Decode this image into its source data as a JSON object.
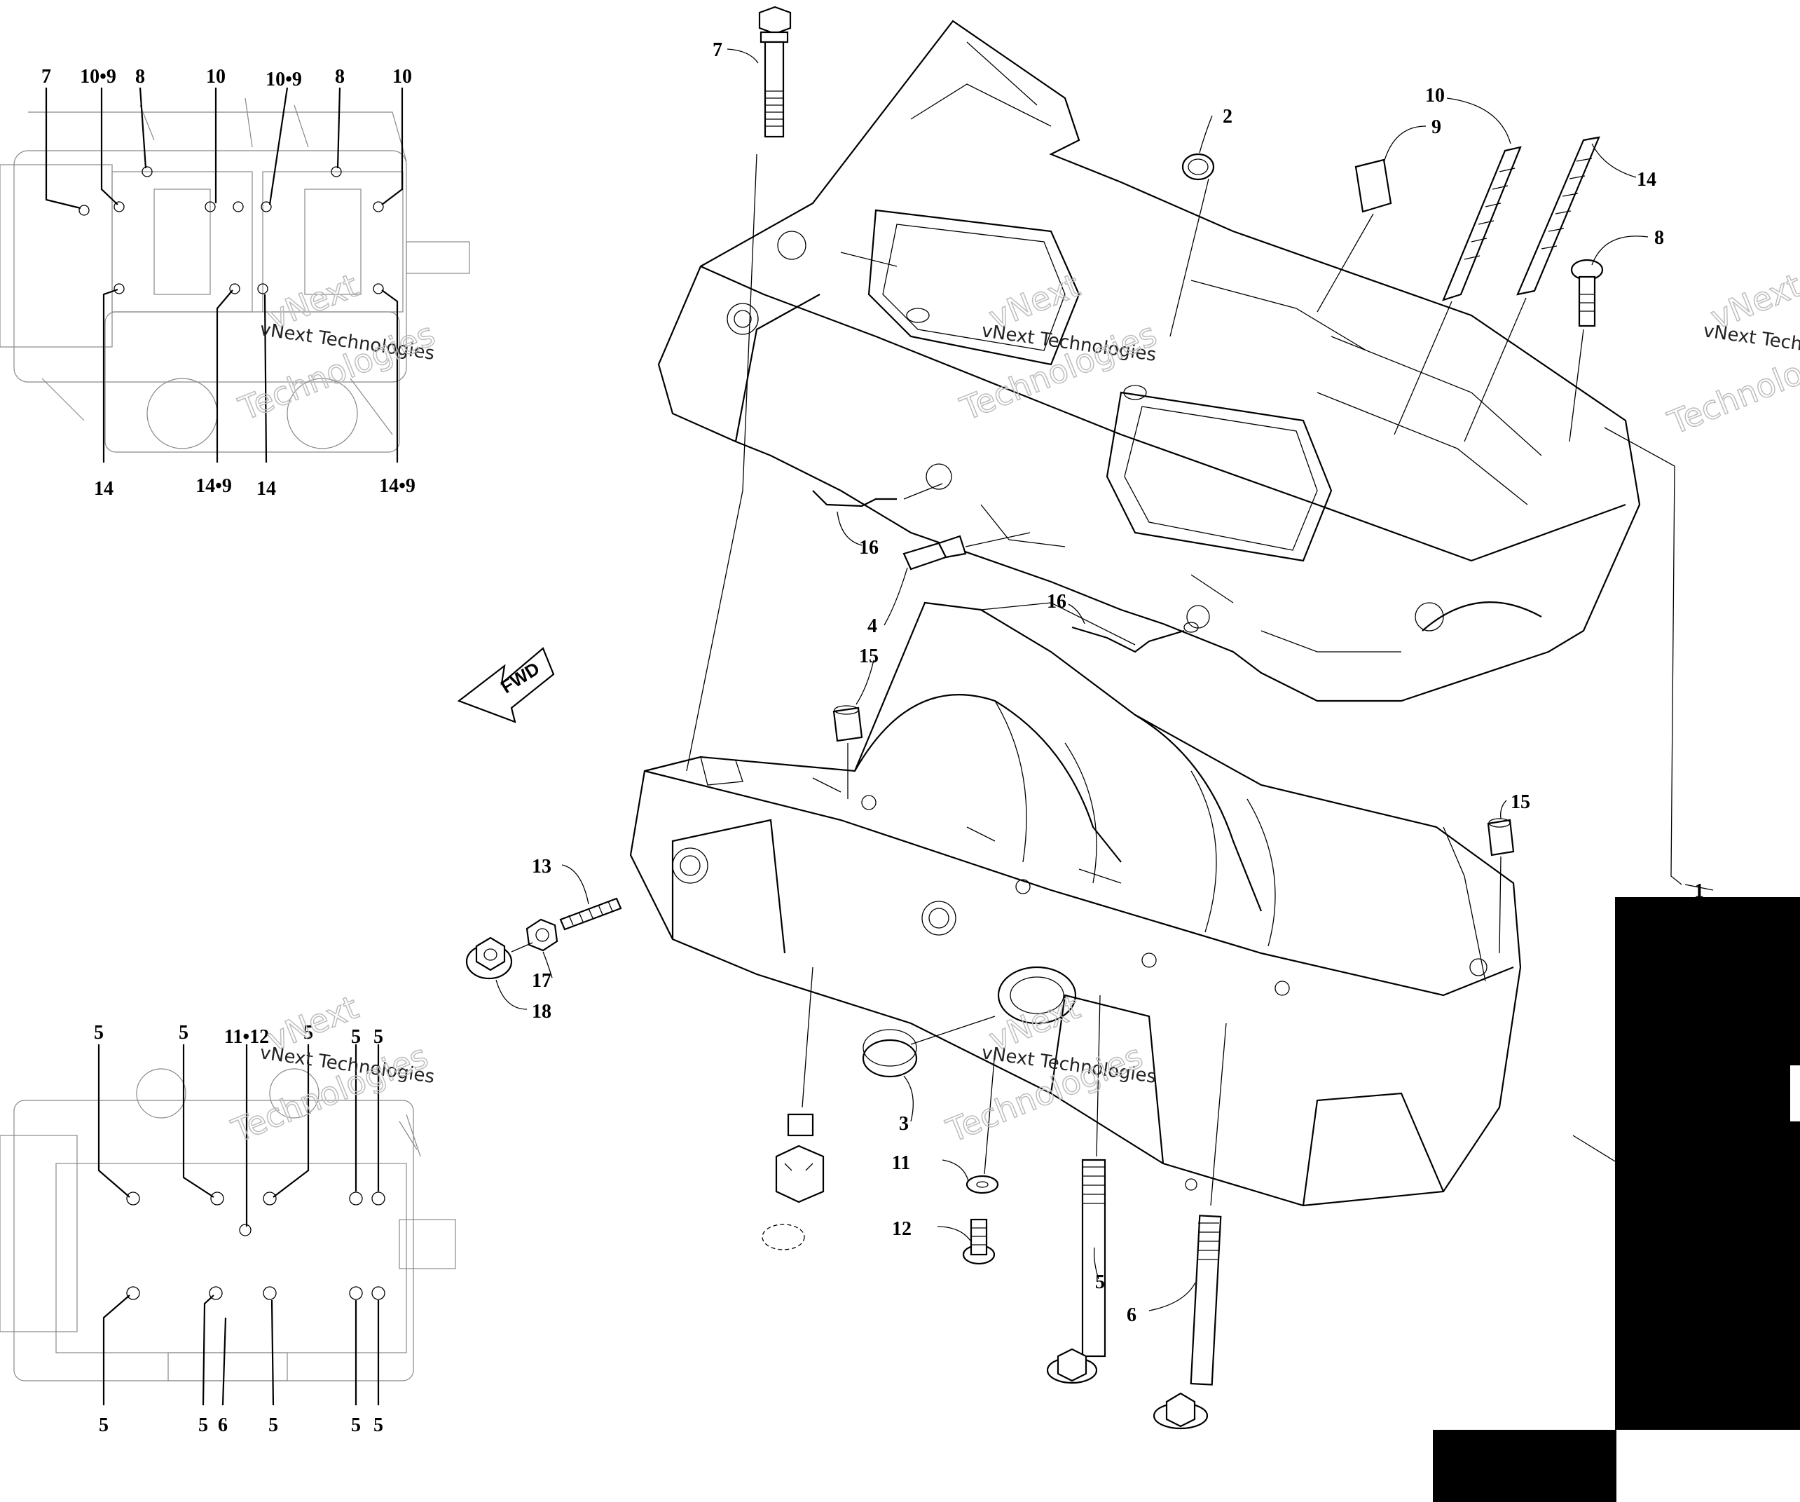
{
  "diagram": {
    "fwd_label": "FWD",
    "watermark_line1": "vNext Technologies",
    "watermark_line2": "vNext",
    "watermark_line3": "Technologies",
    "colors": {
      "ink": "#000000",
      "watermark": "#bdbdbd",
      "mask": "#000000"
    },
    "top_inset": {
      "labels_top": [
        "7",
        "10•9",
        "8",
        "10",
        "10•9",
        "8",
        "10"
      ],
      "labels_bottom": [
        "14",
        "14•9",
        "14",
        "14•9"
      ]
    },
    "bottom_inset": {
      "labels_top": [
        "5",
        "5",
        "11•12",
        "5",
        "5",
        "5"
      ],
      "labels_bottom": [
        "5",
        "5",
        "6",
        "5",
        "5",
        "5"
      ]
    },
    "callouts": {
      "c1": "1",
      "c2": "2",
      "c3": "3",
      "c4": "4",
      "c5": "5",
      "c6": "6",
      "c7": "7",
      "c8": "8",
      "c9": "9",
      "c10": "10",
      "c11": "11",
      "c12": "12",
      "c13": "13",
      "c14": "14",
      "c15a": "15",
      "c15b": "15",
      "c16a": "16",
      "c16b": "16",
      "c17": "17",
      "c18": "18"
    }
  }
}
